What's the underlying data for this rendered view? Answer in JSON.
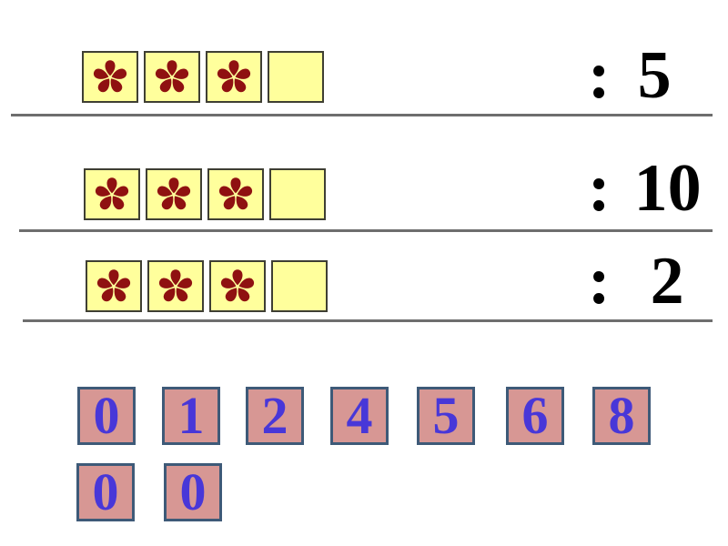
{
  "problems": [
    {
      "flower_count": 3,
      "empty_count": 1,
      "separator": ":",
      "answer": "5"
    },
    {
      "flower_count": 3,
      "empty_count": 1,
      "separator": ":",
      "answer": "10"
    },
    {
      "flower_count": 3,
      "empty_count": 1,
      "separator": ":",
      "answer": "2"
    }
  ],
  "tile_rows": [
    {
      "values": [
        "0",
        "1",
        "2",
        "4",
        "5",
        "6",
        "8"
      ]
    },
    {
      "values": [
        "0",
        "0"
      ]
    }
  ],
  "icons": {
    "flower": "five-petal-flower-icon"
  },
  "colors": {
    "box_fill": "#ffff9c",
    "box_border": "#3f3f33",
    "flower": "#8f1111",
    "answer_text": "#000000",
    "divider": "#6e6e6e",
    "tile_fill": "#d79794",
    "tile_border": "#3e5a78",
    "tile_text": "#4837d8"
  }
}
